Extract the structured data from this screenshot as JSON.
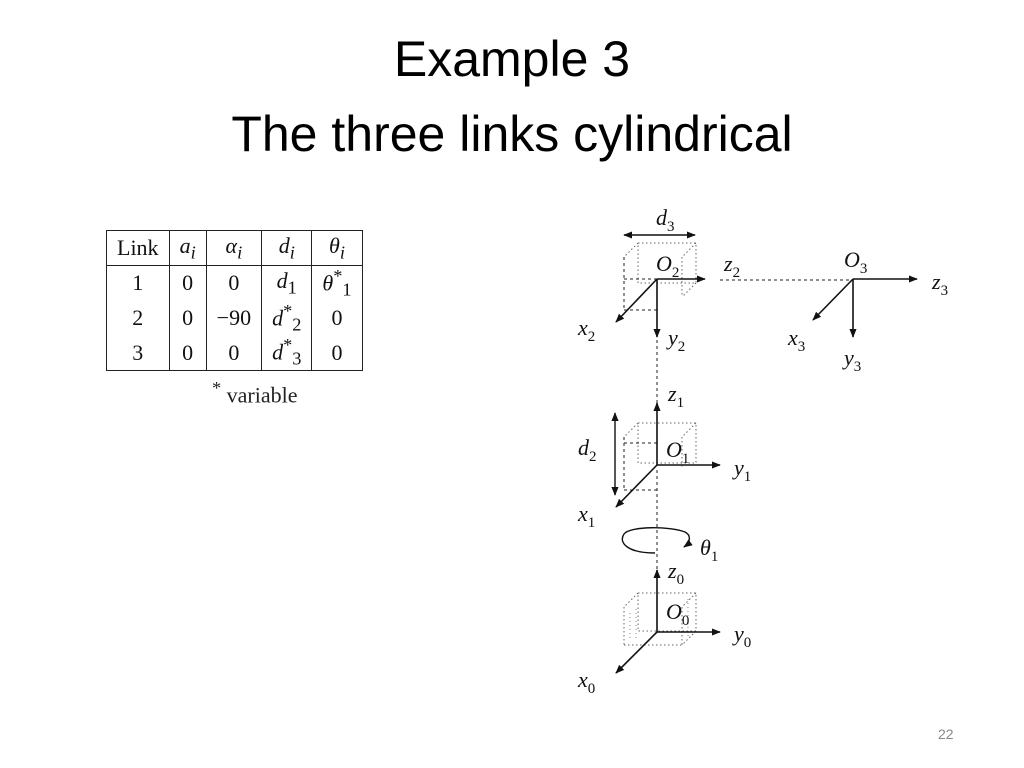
{
  "slide": {
    "title_line1": "Example 3",
    "title_line2": "The three links cylindrical",
    "page_number": "22"
  },
  "table": {
    "headers": [
      {
        "base": "Link",
        "sub": "",
        "sup": ""
      },
      {
        "base": "a",
        "sub": "i",
        "sup": ""
      },
      {
        "base": "α",
        "sub": "i",
        "sup": ""
      },
      {
        "base": "d",
        "sub": "i",
        "sup": ""
      },
      {
        "base": "θ",
        "sub": "i",
        "sup": ""
      }
    ],
    "rows": [
      [
        {
          "base": "1"
        },
        {
          "base": "0"
        },
        {
          "base": "0"
        },
        {
          "base": "d",
          "sub": "1"
        },
        {
          "base": "θ",
          "sub": "1",
          "sup": "*"
        }
      ],
      [
        {
          "base": "2"
        },
        {
          "base": "0"
        },
        {
          "base": "−90"
        },
        {
          "base": "d",
          "sub": "2",
          "sup": "*"
        },
        {
          "base": "0"
        }
      ],
      [
        {
          "base": "3"
        },
        {
          "base": "0"
        },
        {
          "base": "0"
        },
        {
          "base": "d",
          "sub": "3",
          "sup": "*"
        },
        {
          "base": "0"
        }
      ]
    ],
    "footnote_mark": "*",
    "footnote_text": "variable"
  },
  "diagram": {
    "labels": {
      "d3": {
        "base": "d",
        "sub": "3"
      },
      "O2": {
        "base": "O",
        "sub": "2"
      },
      "z2": {
        "base": "z",
        "sub": "2"
      },
      "O3": {
        "base": "O",
        "sub": "3"
      },
      "z3": {
        "base": "z",
        "sub": "3"
      },
      "x2": {
        "base": "x",
        "sub": "2"
      },
      "y2": {
        "base": "y",
        "sub": "2"
      },
      "x3": {
        "base": "x",
        "sub": "3"
      },
      "y3": {
        "base": "y",
        "sub": "3"
      },
      "z1": {
        "base": "z",
        "sub": "1"
      },
      "d2": {
        "base": "d",
        "sub": "2"
      },
      "O1": {
        "base": "O",
        "sub": "1"
      },
      "y1": {
        "base": "y",
        "sub": "1"
      },
      "x1": {
        "base": "x",
        "sub": "1"
      },
      "theta1": {
        "base": "θ",
        "sub": "1"
      },
      "z0": {
        "base": "z",
        "sub": "0"
      },
      "O0": {
        "base": "O",
        "sub": "0"
      },
      "y0": {
        "base": "y",
        "sub": "0"
      },
      "x0": {
        "base": "x",
        "sub": "0"
      }
    }
  }
}
